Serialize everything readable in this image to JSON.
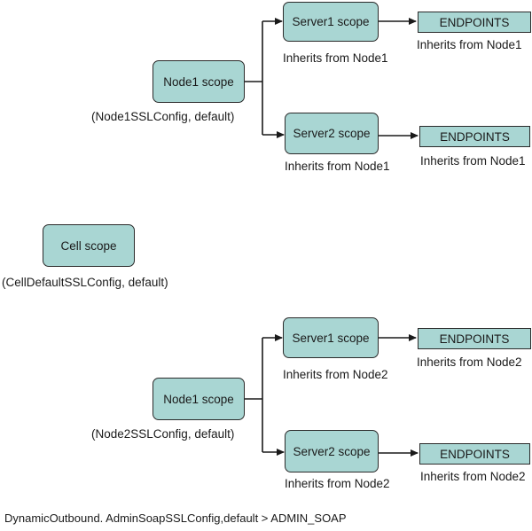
{
  "diagram": {
    "colors": {
      "box_fill": "#a9d6d3",
      "stroke": "#2a2a2a",
      "text": "#1a1a1a"
    },
    "cell": {
      "title": "Cell scope",
      "config": "(CellDefaultSSLConfig, default)"
    },
    "groups": [
      {
        "node": {
          "title": "Node1 scope",
          "config": "(Node1SSLConfig, default)"
        },
        "servers": [
          {
            "title": "Server1 scope",
            "inherits": "Inherits from Node1",
            "endpoint": "ENDPOINTS",
            "endpoint_inherits": "Inherits from Node1"
          },
          {
            "title": "Server2 scope",
            "inherits": "Inherits from Node1",
            "endpoint": "ENDPOINTS",
            "endpoint_inherits": "Inherits from Node1"
          }
        ]
      },
      {
        "node": {
          "title": "Node1 scope",
          "config": "(Node2SSLConfig, default)"
        },
        "servers": [
          {
            "title": "Server1 scope",
            "inherits": "Inherits from Node2",
            "endpoint": "ENDPOINTS",
            "endpoint_inherits": "Inherits from Node2"
          },
          {
            "title": "Server2 scope",
            "inherits": "Inherits from Node2",
            "endpoint": "ENDPOINTS",
            "endpoint_inherits": "Inherits from Node2"
          }
        ]
      }
    ],
    "footer": "DynamicOutbound. AdminSoapSSLConfig,default  > ADMIN_SOAP"
  }
}
